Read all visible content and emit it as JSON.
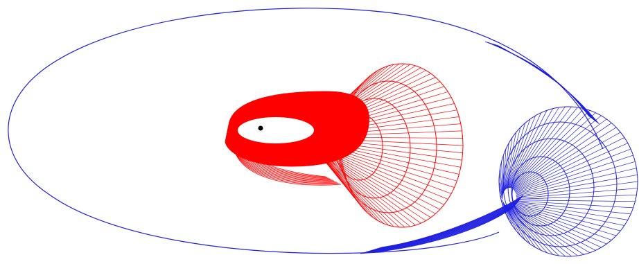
{
  "colors": {
    "background": "#ffffff",
    "blue_structure": "#1f1fe0",
    "red_structure": "#ff0000",
    "center_point": "#000000"
  },
  "objects": [
    {
      "name": "blue-orbit-ellipse",
      "color_key": "blue_structure"
    },
    {
      "name": "blue-wireframe-funnel",
      "color_key": "blue_structure"
    },
    {
      "name": "red-wireframe-funnel",
      "color_key": "red_structure"
    },
    {
      "name": "center-dot",
      "color_key": "center_point"
    }
  ]
}
